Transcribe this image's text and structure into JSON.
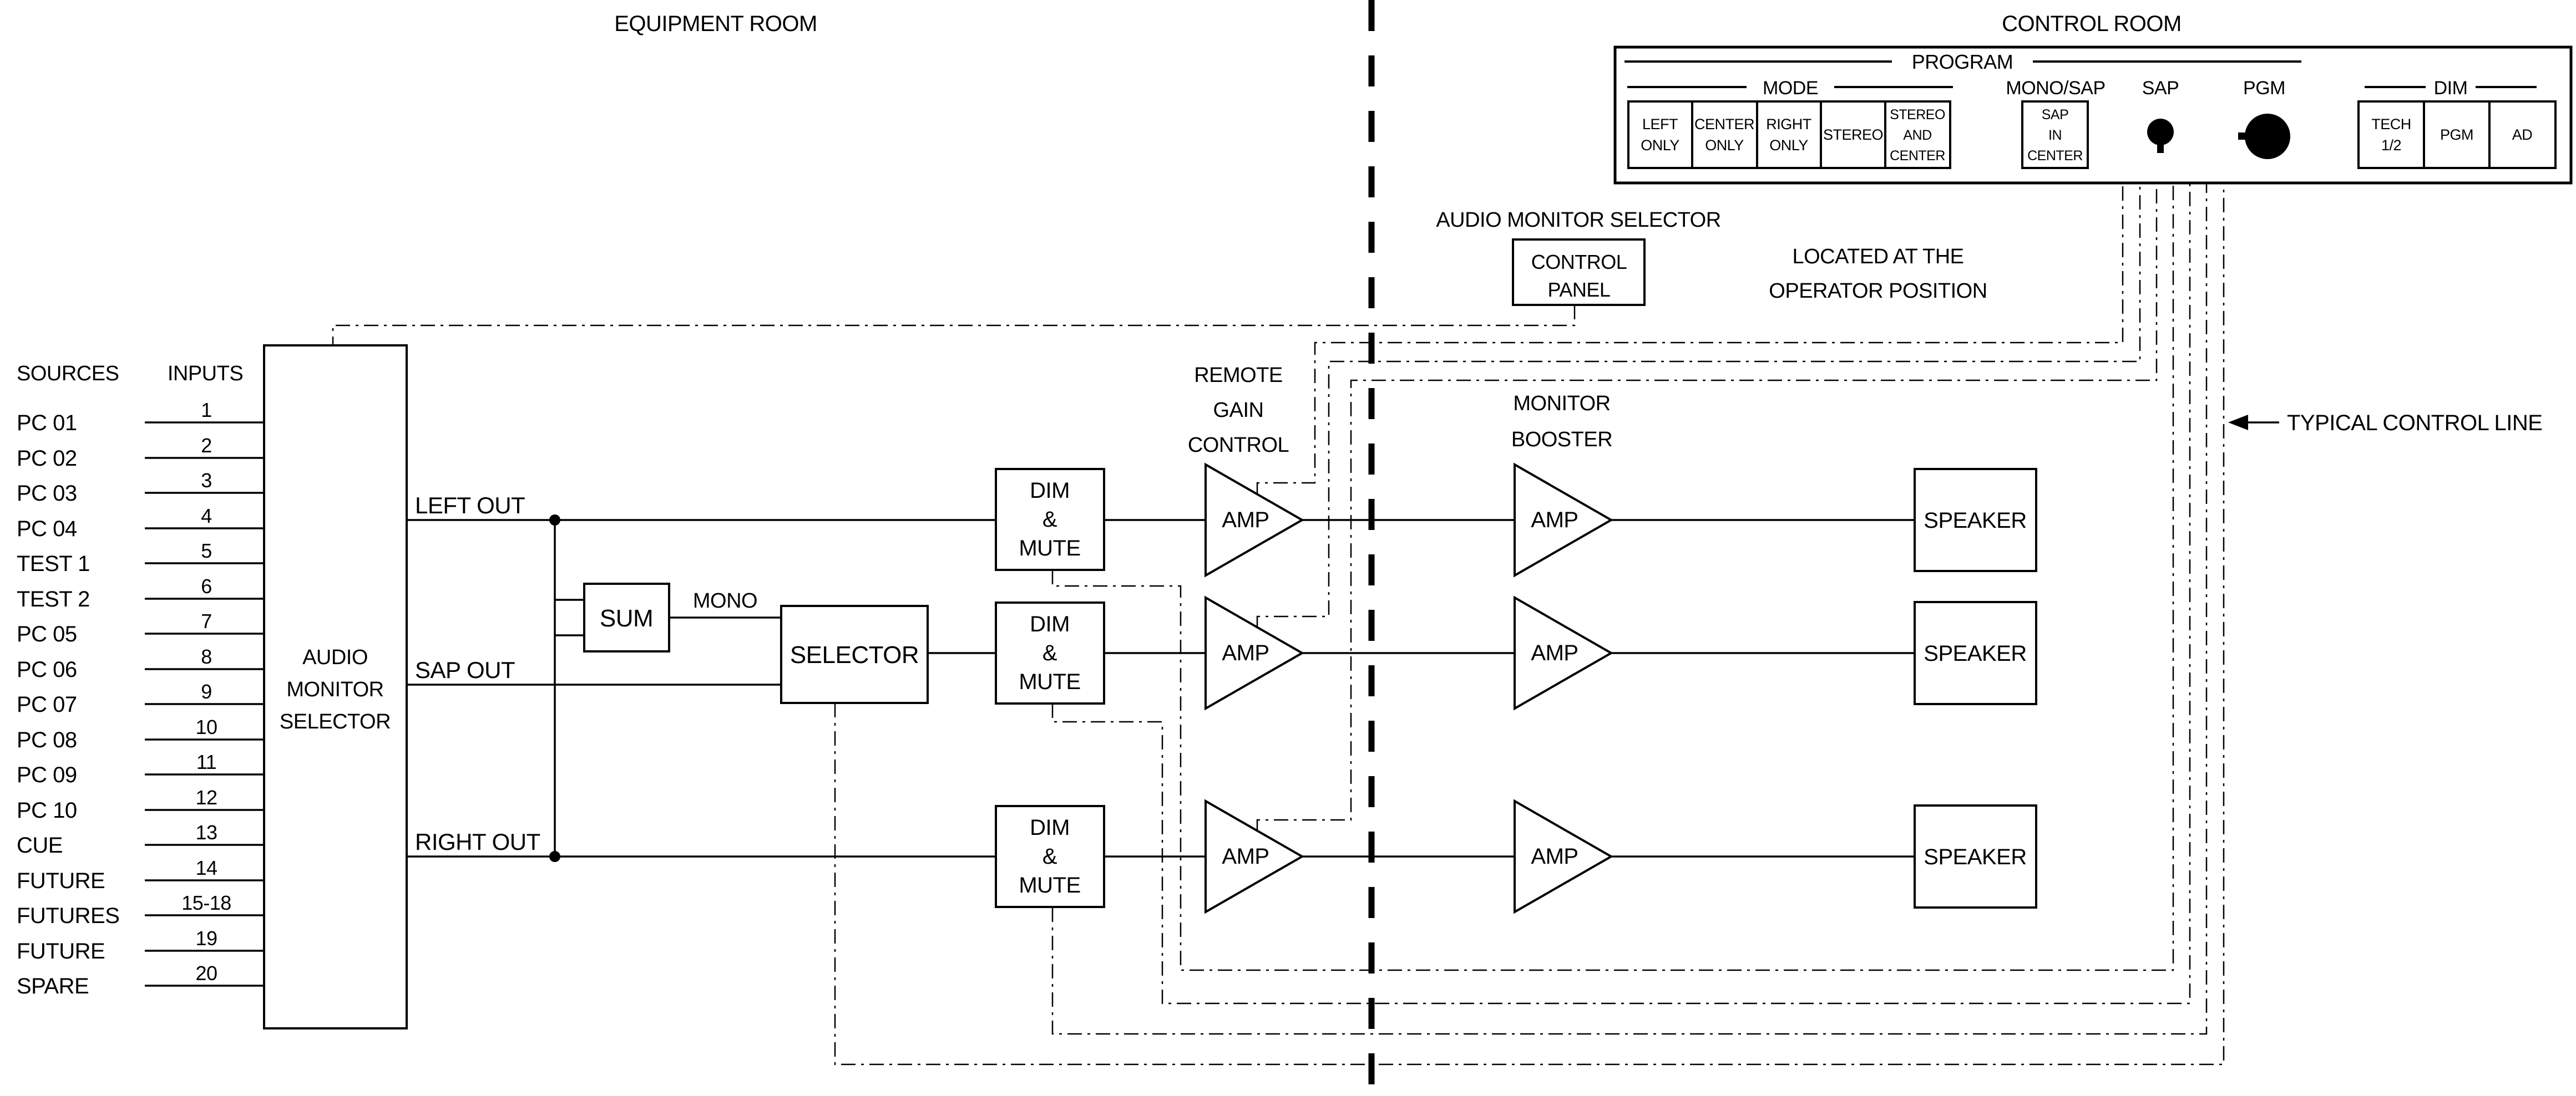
{
  "rooms": {
    "equipment": "EQUIPMENT ROOM",
    "control": "CONTROL ROOM"
  },
  "sources": {
    "header_sources": "SOURCES",
    "header_inputs": "INPUTS",
    "rows": [
      {
        "label": "PC 01",
        "input": "1"
      },
      {
        "label": "PC 02",
        "input": "2"
      },
      {
        "label": "PC 03",
        "input": "3"
      },
      {
        "label": "PC 04",
        "input": "4"
      },
      {
        "label": "TEST 1",
        "input": "5"
      },
      {
        "label": "TEST 2",
        "input": "6"
      },
      {
        "label": "PC 05",
        "input": "7"
      },
      {
        "label": "PC 06",
        "input": "8"
      },
      {
        "label": "PC 07",
        "input": "9"
      },
      {
        "label": "PC 08",
        "input": "10"
      },
      {
        "label": "PC 09",
        "input": "11"
      },
      {
        "label": "PC 10",
        "input": "12"
      },
      {
        "label": "CUE",
        "input": "13"
      },
      {
        "label": "FUTURE",
        "input": "14"
      },
      {
        "label": "FUTURES",
        "input": "15-18"
      },
      {
        "label": "FUTURE",
        "input": "19"
      },
      {
        "label": "SPARE",
        "input": "20"
      }
    ]
  },
  "ams_box": {
    "line1": "AUDIO",
    "line2": "MONITOR",
    "line3": "SELECTOR"
  },
  "outputs": {
    "left": "LEFT OUT",
    "sap": "SAP OUT",
    "right": "RIGHT OUT",
    "mono": "MONO"
  },
  "blocks": {
    "sum": "SUM",
    "selector": "SELECTOR",
    "dim_mute": [
      "DIM",
      "&",
      "MUTE"
    ],
    "amp": "AMP",
    "speaker": "SPEAKER"
  },
  "annotations": {
    "remote_gain": [
      "REMOTE",
      "GAIN",
      "CONTROL"
    ],
    "monitor_booster": [
      "MONITOR",
      "BOOSTER"
    ],
    "ams_panel_label": "AUDIO MONITOR SELECTOR",
    "control_panel": [
      "CONTROL",
      "PANEL"
    ],
    "located": [
      "LOCATED AT THE",
      "OPERATOR POSITION"
    ],
    "typical_control_line": "TYPICAL CONTROL LINE"
  },
  "panel": {
    "program": "PROGRAM",
    "mode": "MODE",
    "mode_buttons": [
      [
        "LEFT",
        "ONLY"
      ],
      [
        "CENTER",
        "ONLY"
      ],
      [
        "RIGHT",
        "ONLY"
      ],
      [
        "STEREO"
      ],
      [
        "STEREO",
        "AND",
        "CENTER"
      ]
    ],
    "mono_sap": "MONO/SAP",
    "sap_in_center": [
      "SAP",
      "IN",
      "CENTER"
    ],
    "sap": "SAP",
    "pgm": "PGM",
    "dim": "DIM",
    "dim_buttons": [
      [
        "TECH",
        "1/2"
      ],
      [
        "PGM"
      ],
      [
        "AD"
      ]
    ]
  },
  "colors": {
    "ink": "#000000",
    "paper": "#ffffff"
  }
}
